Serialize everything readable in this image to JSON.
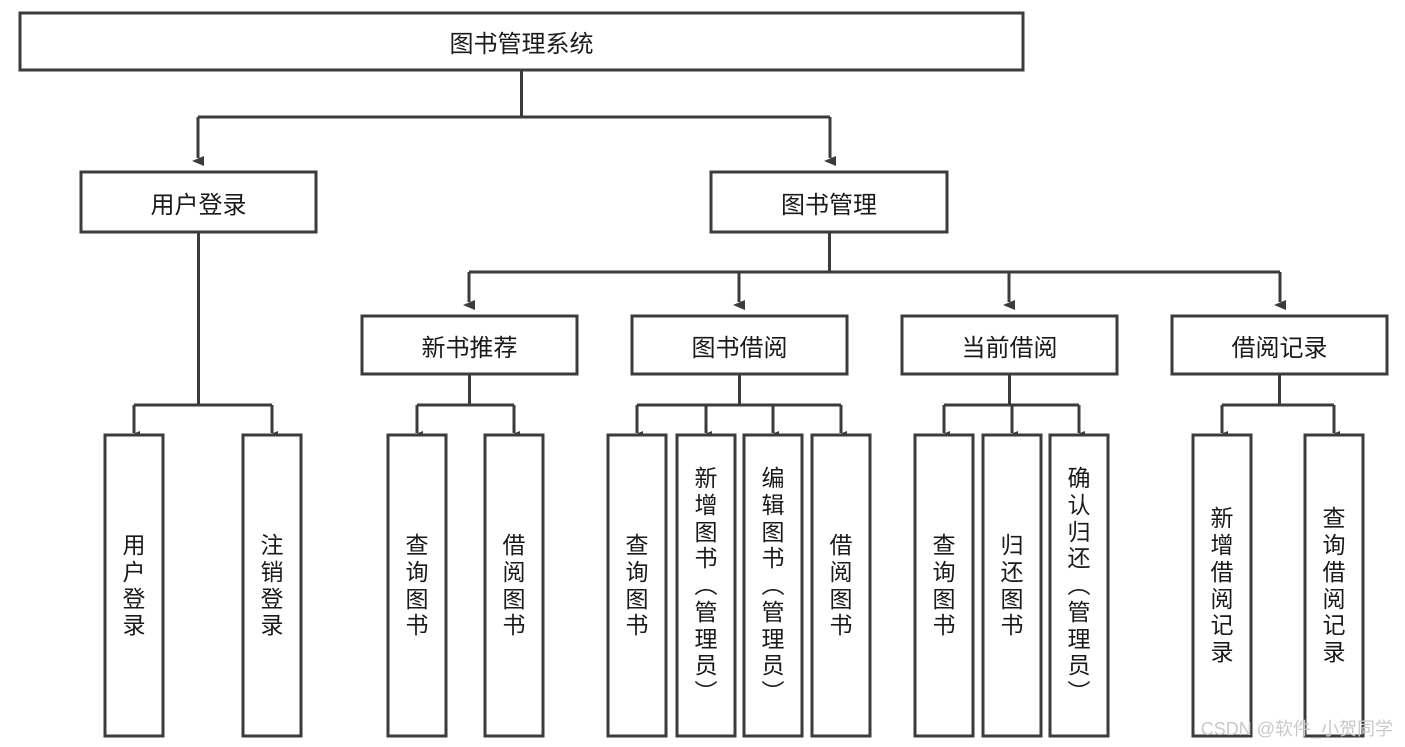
{
  "diagram": {
    "title": "图书管理系统",
    "type": "tree-hierarchy-chart",
    "watermark": "CSDN @软件_小贺同学",
    "colors": {
      "box_stroke": "#3b3b3b",
      "box_fill": "#ffffff",
      "text": "#1a1a1a",
      "background": "#ffffff",
      "watermark": "#c9c9c9"
    },
    "root": {
      "label": "图书管理系统"
    },
    "level2": [
      {
        "label": "用户登录"
      },
      {
        "label": "图书管理"
      }
    ],
    "level3": [
      {
        "label": "新书推荐"
      },
      {
        "label": "图书借阅"
      },
      {
        "label": "当前借阅"
      },
      {
        "label": "借阅记录"
      }
    ],
    "leaves": {
      "user_login": [
        {
          "label": "用户登录",
          "chars": [
            "用",
            "户",
            "登",
            "录"
          ]
        },
        {
          "label": "注销登录",
          "chars": [
            "注",
            "销",
            "登",
            "录"
          ]
        }
      ],
      "new_book_recommend": [
        {
          "label": "查询图书",
          "chars": [
            "查",
            "询",
            "图",
            "书"
          ]
        },
        {
          "label": "借阅图书",
          "chars": [
            "借",
            "阅",
            "图",
            "书"
          ]
        }
      ],
      "book_borrow": [
        {
          "label": "查询图书",
          "chars": [
            "查",
            "询",
            "图",
            "书"
          ]
        },
        {
          "label": "新增图书（管理员）",
          "chars": [
            "新",
            "增",
            "图",
            "书",
            "（",
            "管",
            "理",
            "员",
            "）"
          ]
        },
        {
          "label": "编辑图书（管理员）",
          "chars": [
            "编",
            "辑",
            "图",
            "书",
            "（",
            "管",
            "理",
            "员",
            "）"
          ]
        },
        {
          "label": "借阅图书",
          "chars": [
            "借",
            "阅",
            "图",
            "书"
          ]
        }
      ],
      "current_borrow": [
        {
          "label": "查询图书",
          "chars": [
            "查",
            "询",
            "图",
            "书"
          ]
        },
        {
          "label": "归还图书",
          "chars": [
            "归",
            "还",
            "图",
            "书"
          ]
        },
        {
          "label": "确认归还（管理员）",
          "chars": [
            "确",
            "认",
            "归",
            "还",
            "（",
            "管",
            "理",
            "员",
            "）"
          ]
        }
      ],
      "borrow_record": [
        {
          "label": "新增借阅记录",
          "chars": [
            "新",
            "增",
            "借",
            "阅",
            "记",
            "录"
          ]
        },
        {
          "label": "查询借阅记录",
          "chars": [
            "查",
            "询",
            "借",
            "阅",
            "记",
            "录"
          ]
        }
      ]
    }
  }
}
